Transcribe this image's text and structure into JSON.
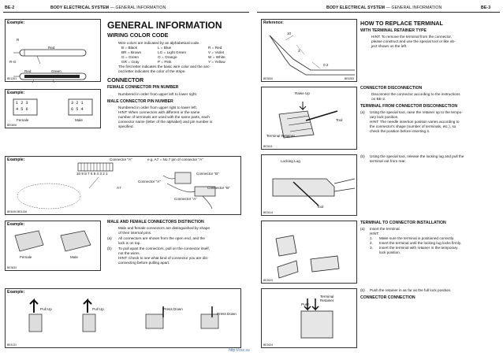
{
  "header": {
    "left_page": "BE-2",
    "left_title": "BODY ELECTRICAL SYSTEM",
    "left_subtitle": "GENERAL INFORMATION",
    "right_title": "BODY ELECTRICAL SYSTEM",
    "right_subtitle": "GENERAL INFORMATION",
    "right_page": "BE-3",
    "dash": "—"
  },
  "left_figures": {
    "wiring": {
      "caption": "Example:",
      "code": "BE1261",
      "r": "R",
      "rg": "R-G",
      "red": "Red",
      "red2": "Red",
      "green": "Green"
    },
    "pins": {
      "caption": "Example:",
      "code": "BE0806",
      "female_pins_top": [
        "1",
        "2",
        "3"
      ],
      "female_pins_bottom": [
        "4",
        "5",
        "6"
      ],
      "male_pins_top": [
        "3",
        "2",
        "1"
      ],
      "male_pins_bottom": [
        "6",
        "5",
        "4"
      ],
      "female": "Female",
      "male": "Male"
    },
    "connector": {
      "caption": "Example:",
      "code": "BE4000 BE4136",
      "conn_a": "Connector \"A\"",
      "eg": "e.g. A7 = No.7 pin of connector \"A\"",
      "pins_row": "10 9 8 7 6 5 4 3 2 1",
      "a7": "A7",
      "conn_b": "Connector \"B\"",
      "conn_a2": "Connector \"A\"",
      "conn_b2": "Connector \"B\"",
      "conn_a3": "Connector \"A\""
    },
    "distinction": {
      "caption": "Example:",
      "code": "BE3633",
      "female": "Female",
      "male": "Male"
    },
    "disconnect": {
      "caption": "Example:",
      "code": "BE4131",
      "pull_up1": "Pull Up",
      "pull_up2": "Pull Up",
      "press_down1": "Press Down",
      "press_down2": "Press Down"
    }
  },
  "general": {
    "title": "GENERAL INFORMATION",
    "wiring_heading": "WIRING COLOR CODE",
    "wiring_intro": "Wire colors are indicated by an alphabetical code.",
    "color_rows": [
      [
        "B = Black",
        "L = Blue",
        "R = Red"
      ],
      [
        "BR = Brown",
        "LG = Light Green",
        "V = Violet"
      ],
      [
        "G = Green",
        "O = Orange",
        "W = White"
      ],
      [
        "GR = Gray",
        "P = Pink",
        "Y = Yellow"
      ]
    ],
    "stripe_1": "The first letter indicates the basic wire color and the sec-",
    "stripe_2": "ond letter indicates the color of the stripe.",
    "connector_heading": "CONNECTOR",
    "female_heading": "FEMALE CONNECTOR PIN NUMBER",
    "female_text": "Numbered in order from upper left to lower right.",
    "male_heading": "MALE CONNECTOR PIN NUMBER",
    "male_text": "Numbered in order from upper right to lower left.",
    "hint_1": "HINT:  When connectors with different or the same",
    "hint_2": "number of terminals are used with the same parts, each",
    "hint_3": "connector name (letter of the alphabet) and pin number is",
    "hint_4": "specified.",
    "distinction_heading": "MALE AND FEMALE CONNECTORS DISTINCTION",
    "distinction_1": "Male and female connectors are distinguished by shape",
    "distinction_2": "of their internal pins.",
    "item_a_label": "(a)",
    "item_a_1": "All connectors are shown from the open end, and the",
    "item_a_2": "lock is on top.",
    "item_b_label": "(b)",
    "item_b_1": "To pull apart the connectors, pull on the connector itself,",
    "item_b_2": "not the wires.",
    "hint_b_1": "HINT:  Check to see what kind of connector you are dis-",
    "hint_b_2": "connecting before pulling apart."
  },
  "right_figures": {
    "reference": {
      "caption": "Reference:",
      "code": "BE3630",
      "code2": "BE6283",
      "d10": "10",
      "d3": "3",
      "d02": "0.2"
    },
    "tool1": {
      "code": "BE2611",
      "raise_up": "Raise Up",
      "tool": "Tool",
      "retainer": "Terminal Retainer"
    },
    "tool2": {
      "code": "BE2614",
      "locking_lug": "Locking Lug",
      "tool": "Tool"
    },
    "insert": {
      "code": "BE2623"
    },
    "push": {
      "code": "BE2624",
      "terminal_retainer": "Terminal\nRetainer",
      "push": "Push"
    }
  },
  "replace": {
    "title": "HOW TO REPLACE TERMINAL",
    "retainer_heading": "WITH TERMINAL RETAINER TYPE",
    "hint_1": "HINT:   To remove the terminal from the connector,",
    "hint_2": "please construct and use the special tool or like ob-",
    "hint_3": "ject shown on the left.",
    "disconnection_heading": "CONNECTOR DISCONNECTION",
    "disconnection_1": "Disconnect the connector according to the instructions",
    "disconnection_2": "on BE-2.",
    "from_connector_heading": "TERMINAL FROM CONNECTOR DISCONNECTION",
    "a_label": "(a)",
    "a_1": "Using the special tool, raise the retainer up to the tempo-",
    "a_2": "rary lock position.",
    "a_hint_1": "HINT:  The needle insertion position varies according to",
    "a_hint_2": "the connector's shape (number of terminals, etc.), so",
    "a_hint_3": "check the position before inserting it.",
    "b_label": "(b)",
    "b_1": "Using the special tool, release the locking lug and pull the",
    "b_2": "terminal out from rear.",
    "to_connector_heading": "TERMINAL TO CONNECTOR INSTALLATION",
    "install_a_label": "(a)",
    "install_a": "Insert the terminal.",
    "install_hint": "HINT:",
    "steps": [
      {
        "n": "1.",
        "t": "Make sure the terminal is positioned correctly."
      },
      {
        "n": "2.",
        "t": "Insert the terminal until the locking lug locks firmly."
      },
      {
        "n": "3.",
        "t": "Insert the terminal with retainer in the temporary"
      }
    ],
    "step3_cont": "lock position.",
    "install_b_label": "(b)",
    "install_b": "Push the retainer in as far as the full lock position.",
    "connection_heading": "CONNECTOR CONNECTION"
  },
  "footer": {
    "watermark": "http://cxz.su"
  }
}
